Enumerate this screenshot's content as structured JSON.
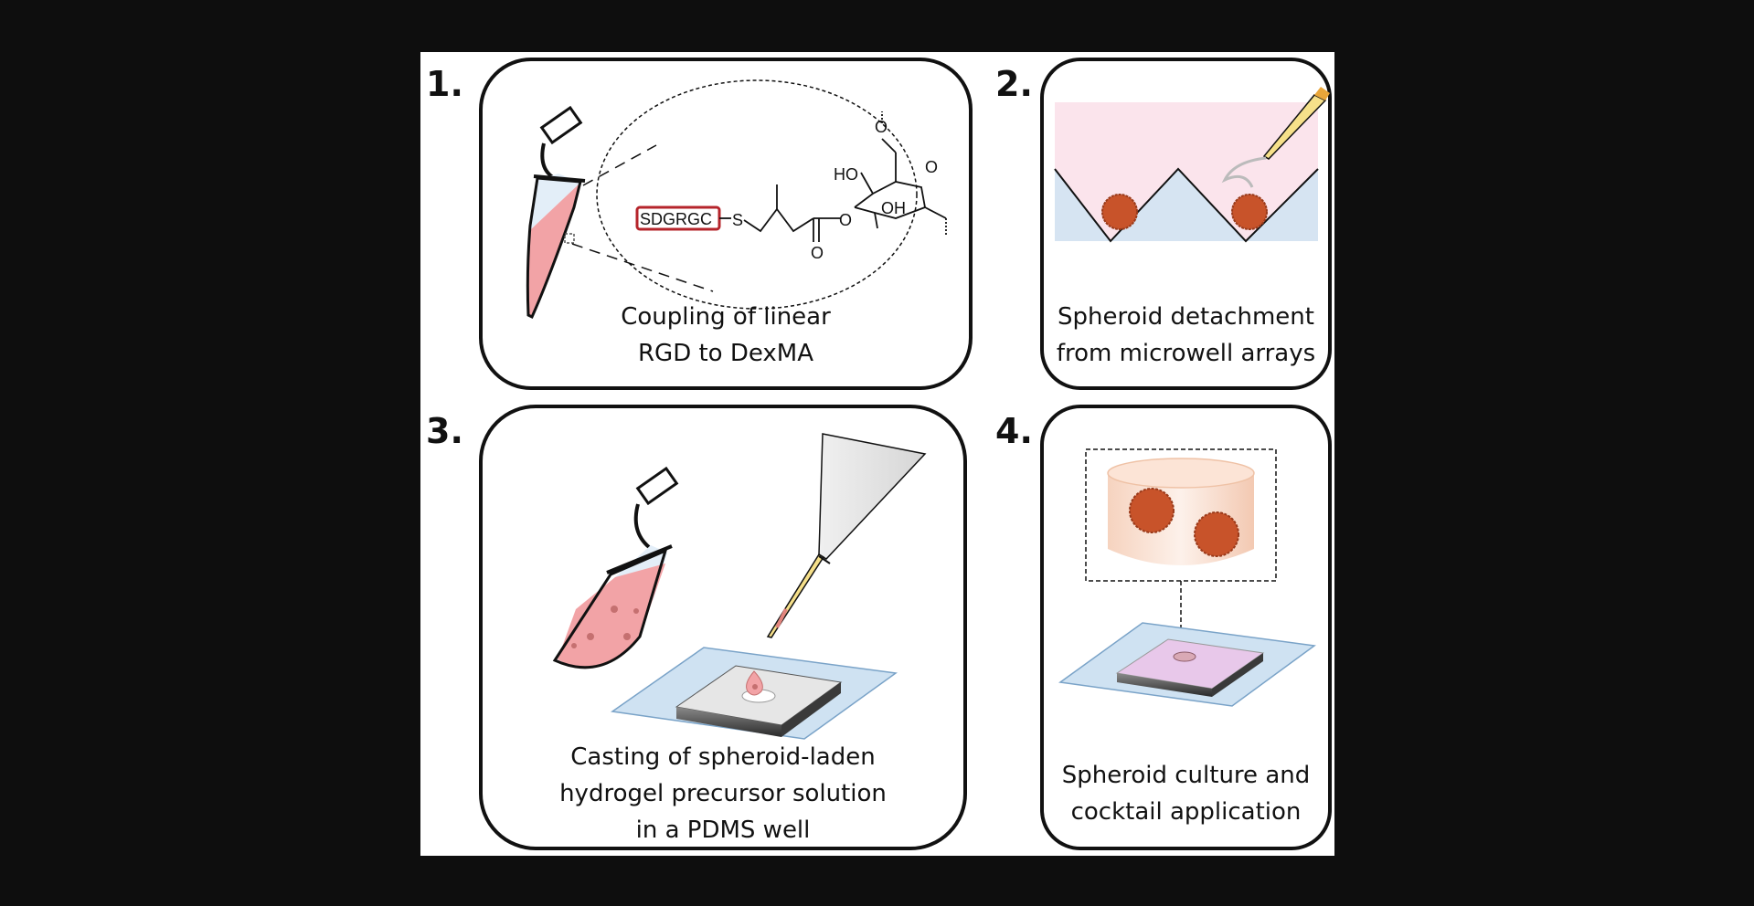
{
  "panels": [
    {
      "number": "1.",
      "caption": [
        "Coupling of linear",
        "RGD to DexMA"
      ],
      "structure": {
        "peptide": "SDGRGC",
        "sulfur": "S",
        "ho": "HO",
        "oh": "OH",
        "ring_o": "O",
        "carbonyl_o": "O",
        "linker_o": "O",
        "top_o": "O"
      }
    },
    {
      "number": "2.",
      "caption": [
        "Spheroid detachment",
        "from microwell arrays"
      ]
    },
    {
      "number": "3.",
      "caption": [
        "Casting of spheroid-laden",
        "hydrogel precursor solution",
        "in a PDMS well"
      ]
    },
    {
      "number": "4.",
      "caption": [
        "Spheroid culture and",
        "cocktail application"
      ]
    }
  ],
  "colors": {
    "tube_liquid": "#f2a3a6",
    "spheroid": "#c8532a",
    "spheroid_dark": "#9a3a1a",
    "medium_pink": "#fbe4ec",
    "well_blue": "#d6e4f2",
    "glass": "#cfe2f2",
    "peptide_box": "#b5242b",
    "tip_yellow": "#f6e08a"
  }
}
